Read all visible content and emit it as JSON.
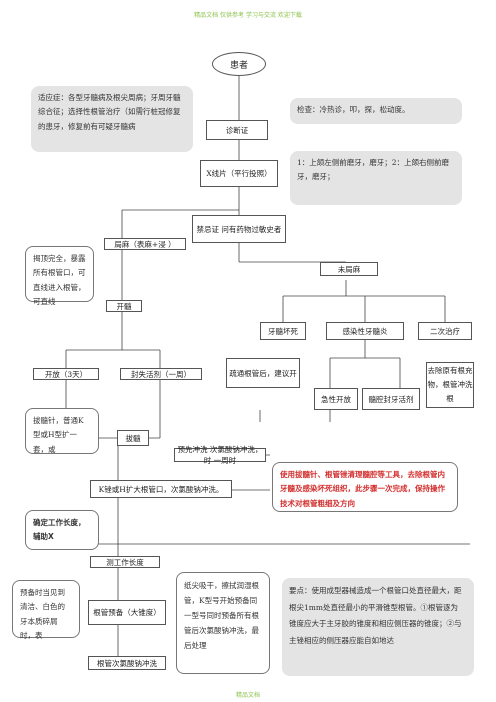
{
  "header": {
    "text": "精品文档 仅供参考 学习与交流 欢迎下载"
  },
  "footer": {
    "text": "精品文档"
  },
  "patient": "患者",
  "indication_note": "适应症：各型牙髓病及根尖周病；牙周牙髓综合征；选择性根管治疗（如需行桩冠修复的患牙，修复前有可疑牙髓病",
  "exam_note": "检查：冷热诊，叩，探，松动度。",
  "diagnosis": "诊断证",
  "xray": "X线片（平行投照）",
  "xray_note": "1：上颌左侧前磨牙，磨牙；2：上颌右侧前磨牙，磨牙；",
  "allergy": "禁忌证 问有药物过敏史者",
  "anesthesia": "局麻（表麻+浸 ）",
  "no_anesthesia": "未局麻",
  "left_note": "揭顶完全，暴露所有根管口，可直线进入根管，可直线",
  "pulp_open": "开髓",
  "pulp_necrosis": "牙髓坏死",
  "infected_canal": "感染性牙髓炎",
  "retreatment": "二次治疗",
  "open_3days": "开放（3天）",
  "root_medicine": "封失活剂（一周）",
  "dry_canal": "疏通根管后，建议开",
  "emergency_open": "急性开放",
  "seal_med": "髓腔封牙活剂",
  "retreat_note": "去除原有根充物，根管冲洗根",
  "extirpation_note": "拔髓针，普通K型或H型扩一套，或",
  "extirpation": "拔髓",
  "irrigation": "预先冲洗 次氯酸钠冲洗，时 一周时",
  "warning_note": "使用拔髓针、根管锉清理髓腔等工具，去除根管内牙髓及感染坏死组织，此步骤一次完成，保持操作技术对根管粗细及方向",
  "file_enlarge": "K锉或H扩大根管口，次氯酸钠冲洗。",
  "work_length_note": "确定工作长度，辅助X",
  "work_length": "测工作长度",
  "prep_left_note": "预备时当见到清洁、白色的牙本质碎屑时，表",
  "canal_prep": "根管预备（大锥度）",
  "paper_note": "纸尖吸干，擦拭润湿根管，K型号开始预备同一型号同时预备所有根管后次氯酸钠冲洗，最后处理",
  "final_irrigation": "根管次氯酸钠冲洗",
  "key_note": "要点：使用成型器械造成一个根管口处直径最大，距根尖1mm处直径最小的平滑锥型根管。①根管逐为 锥度应大于主牙胶的锥度和相应侧压器的锥度；②与主锉相应的侧压器应能自如地达"
}
